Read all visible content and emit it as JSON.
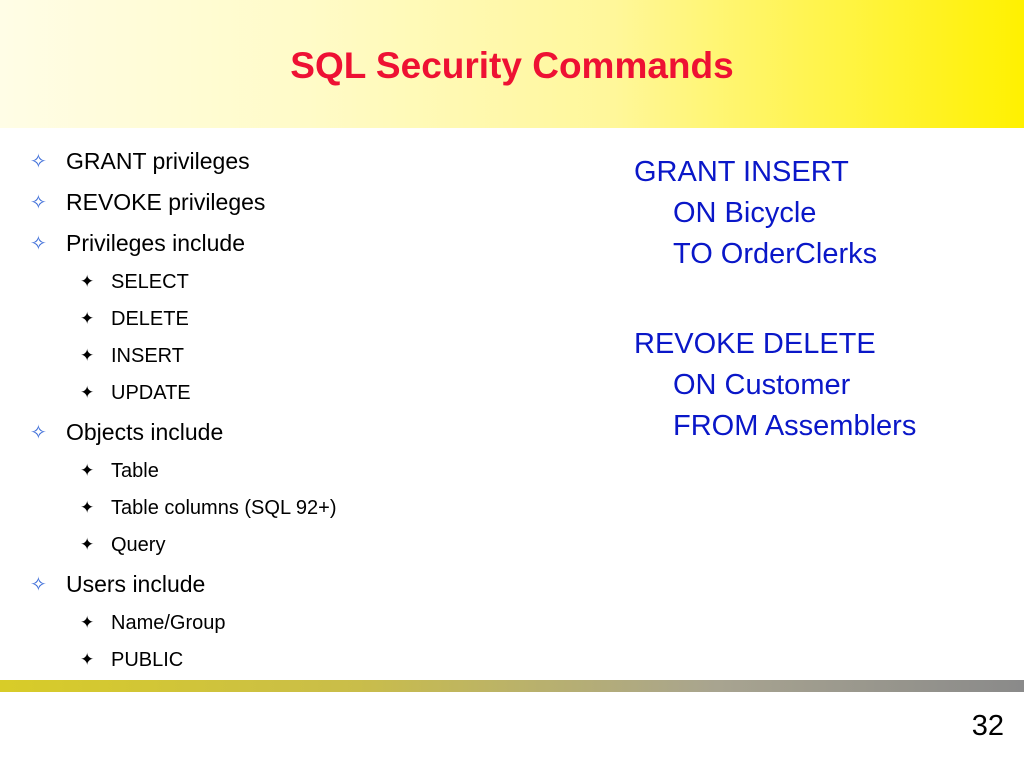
{
  "slide": {
    "title": "SQL Security Commands",
    "page_number": "32",
    "colors": {
      "title": "#ee1133",
      "code_text": "#0a17c8",
      "bullet_level1": "#3a6bd8",
      "title_band_end": "#fff100"
    }
  },
  "bullets": {
    "level1_icon": "open-diamond-star-icon",
    "level2_icon": "four-point-star-icon",
    "glyph_level1": "✧",
    "glyph_level2": "✦",
    "items": [
      {
        "level": 1,
        "text": "GRANT privileges"
      },
      {
        "level": 1,
        "text": "REVOKE privileges"
      },
      {
        "level": 1,
        "text": "Privileges include"
      },
      {
        "level": 2,
        "text": "SELECT"
      },
      {
        "level": 2,
        "text": "DELETE"
      },
      {
        "level": 2,
        "text": "INSERT"
      },
      {
        "level": 2,
        "text": "UPDATE"
      },
      {
        "level": 1,
        "text": "Objects include"
      },
      {
        "level": 2,
        "text": "Table"
      },
      {
        "level": 2,
        "text": "Table columns (SQL 92+)"
      },
      {
        "level": 2,
        "text": "Query"
      },
      {
        "level": 1,
        "text": "Users include"
      },
      {
        "level": 2,
        "text": "Name/Group"
      },
      {
        "level": 2,
        "text": "PUBLIC"
      }
    ]
  },
  "examples": {
    "grant": {
      "line1": "GRANT INSERT",
      "line2": "ON Bicycle",
      "line3": "TO OrderClerks"
    },
    "revoke": {
      "line1": "REVOKE DELETE",
      "line2": "ON Customer",
      "line3": "FROM Assemblers"
    }
  }
}
